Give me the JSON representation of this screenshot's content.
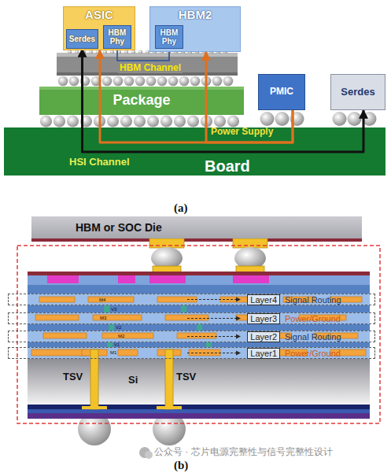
{
  "diagram": {
    "nodes": [
      {
        "text": [
          "ASIC"
        ]
      },
      {
        "text": [
          "Serdes"
        ],
        "in": 0
      },
      {
        "text": [
          "HBM Phy"
        ],
        "in": 0
      },
      {
        "text": [
          "HBM2"
        ]
      },
      {
        "text": [
          "HBM Phy"
        ],
        "in": 3
      },
      {
        "text": [
          "Package"
        ]
      },
      {
        "text": [
          "PMIC"
        ]
      },
      {
        "text": [
          "Serdes"
        ]
      },
      {
        "text": [
          "Board"
        ]
      },
      {
        "text": [
          "HBM or SOC Die"
        ]
      },
      {
        "text": [
          "Layer4",
          "Signal Routing"
        ]
      },
      {
        "text": [
          "Layer3",
          "Power/Ground"
        ]
      },
      {
        "text": [
          "Layer2",
          "Signal Routing"
        ]
      },
      {
        "text": [
          "Layer1",
          "Power/Ground"
        ]
      }
    ],
    "edges": [
      {
        "from": 2,
        "to": 4,
        "arrow": "none",
        "label": "HBM Channel"
      },
      {
        "from": 6,
        "to": 0,
        "arrow": "to",
        "label": "Power Supply"
      },
      {
        "from": 6,
        "to": 3,
        "arrow": "to"
      },
      {
        "from": 1,
        "to": 7,
        "arrow": "both",
        "label": "HSI Channel"
      }
    ],
    "labels": [
      "(a)",
      "M4",
      "V3",
      "M3",
      "V2",
      "M2",
      "V1",
      "M1",
      "TSV",
      "Si",
      "TSV",
      "(b)",
      "公众号 · 芯片电源完整性与信号完整性设计"
    ]
  }
}
